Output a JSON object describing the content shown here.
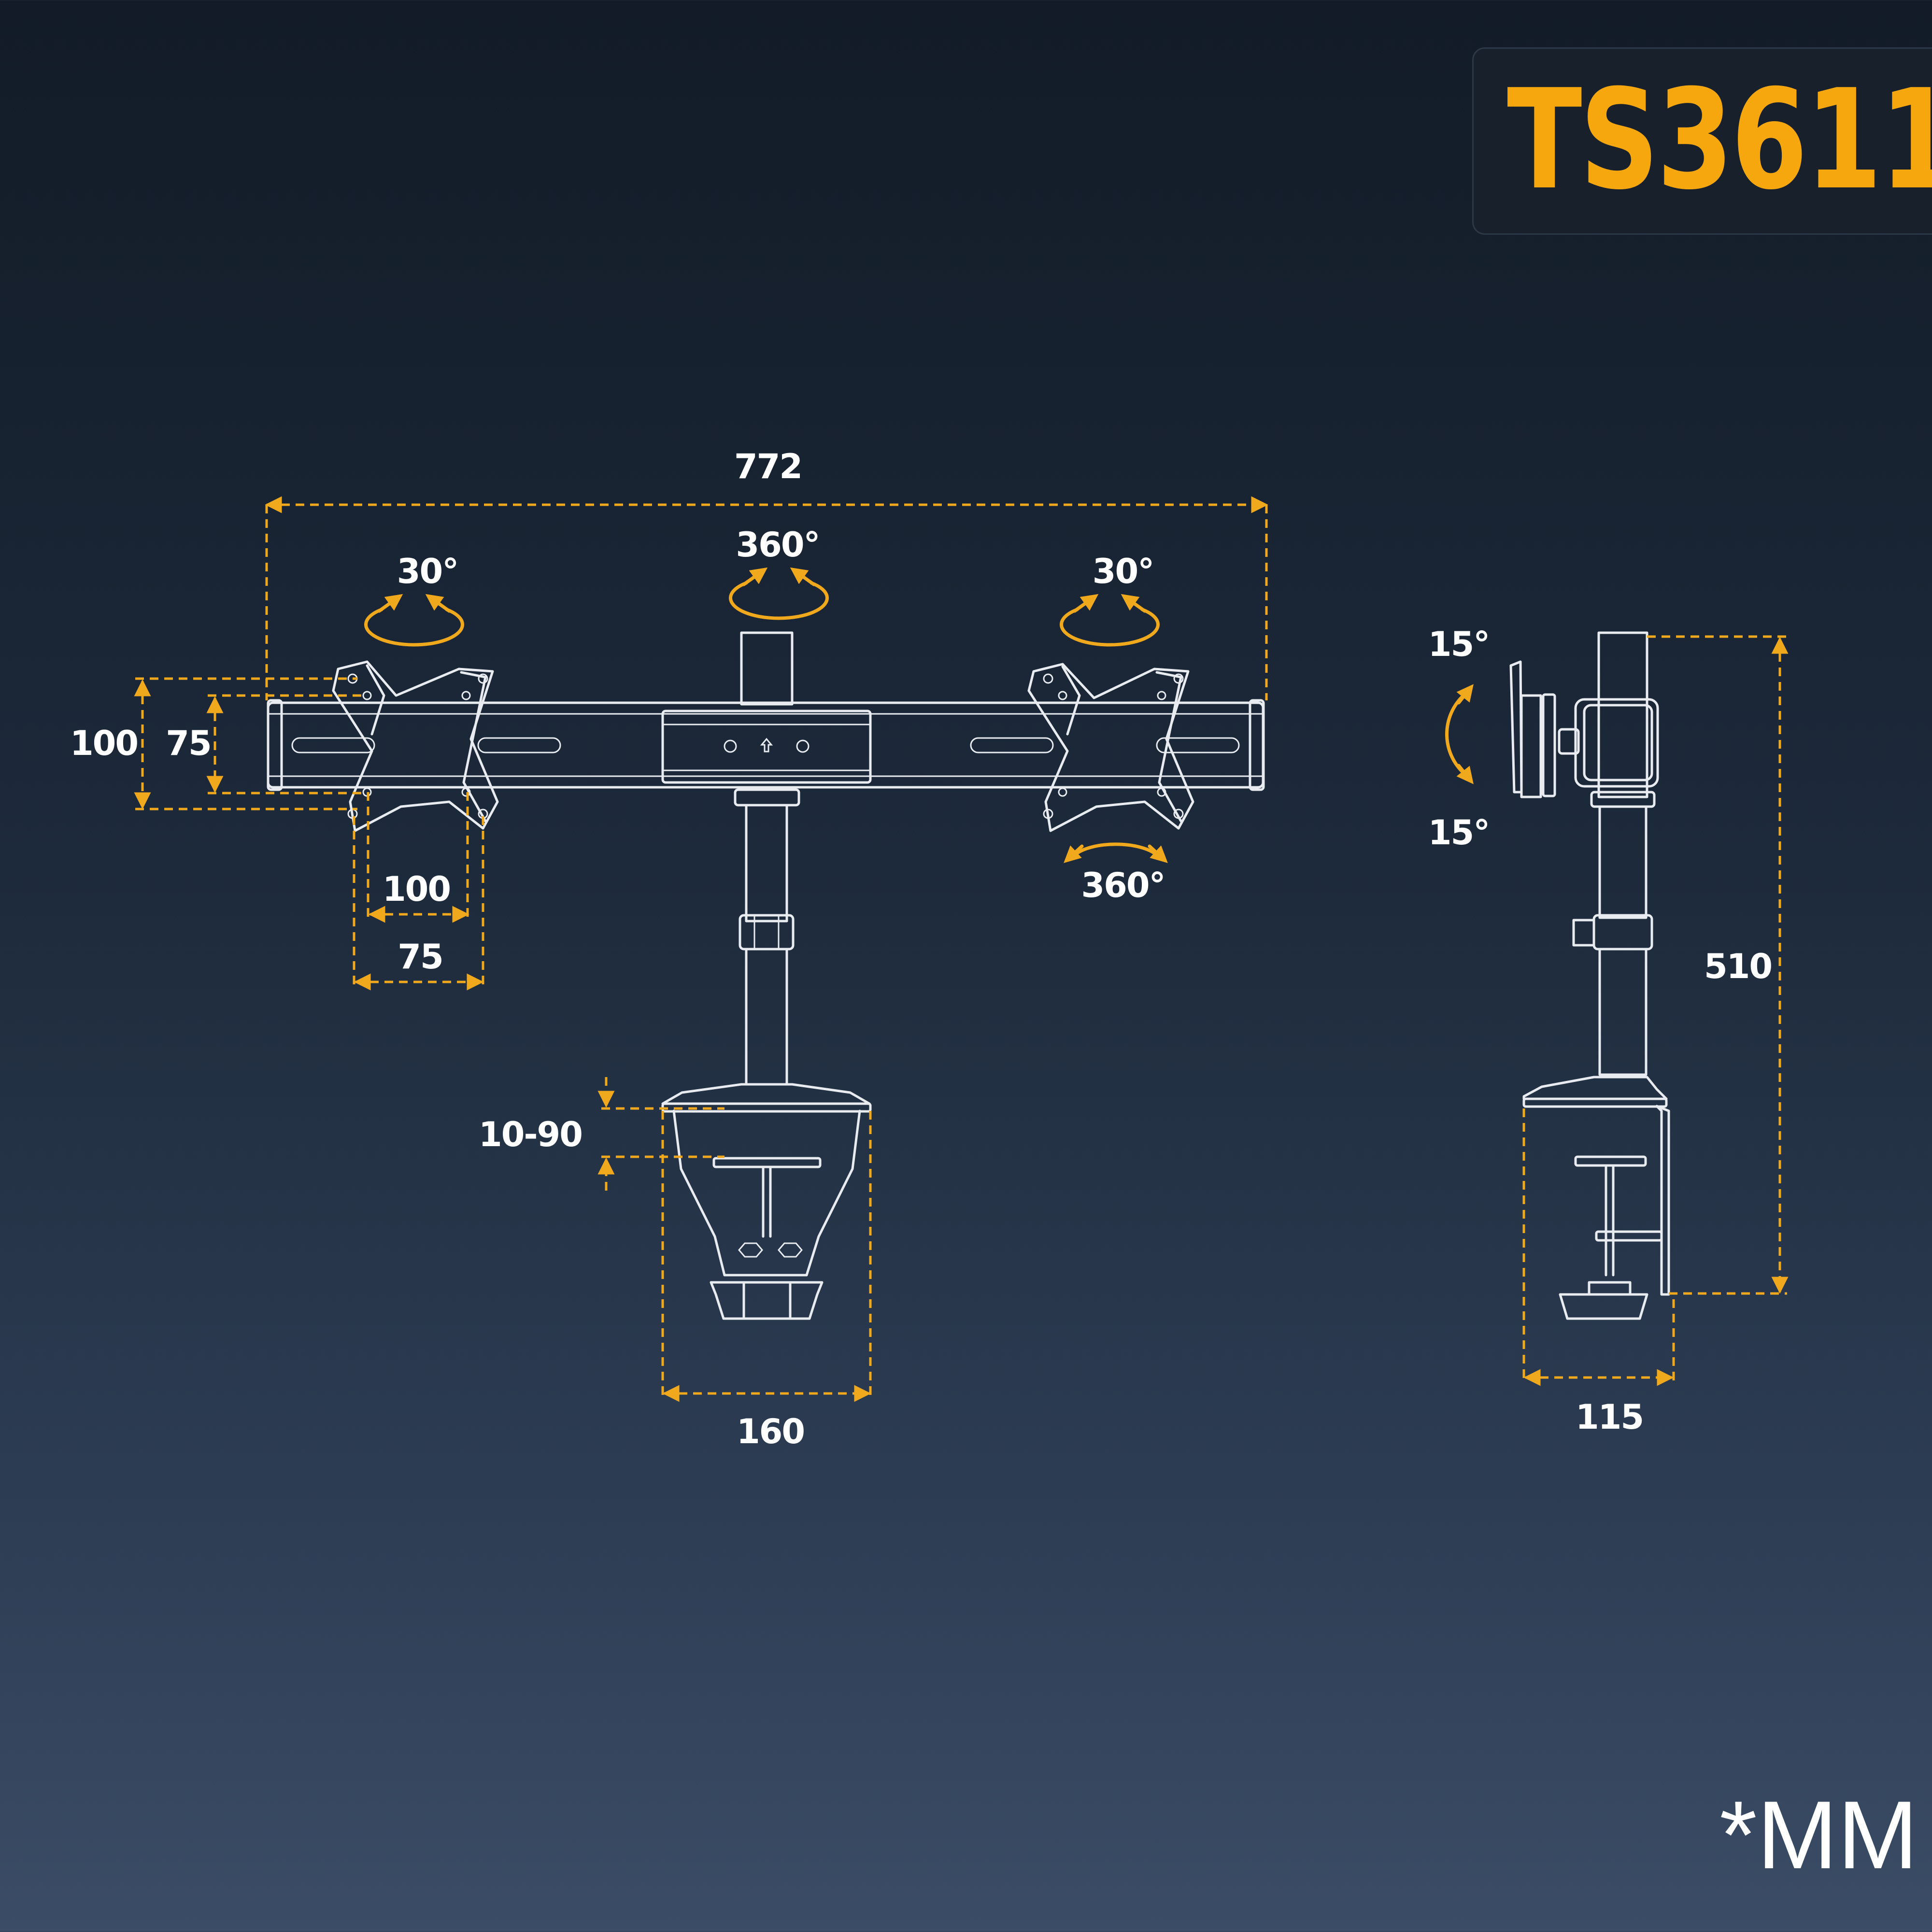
{
  "model": "TS3611",
  "unit": "*MM",
  "colors": {
    "accent": "#f0a81c",
    "line": "#e8ecf1",
    "background_top": "#121b27",
    "background_bottom": "#3b4c66"
  },
  "dimensions": {
    "overall_width": "772",
    "vesa_vertical_outer": "100",
    "vesa_vertical_inner": "75",
    "vesa_horizontal_inner": "100",
    "vesa_horizontal_outer": "75",
    "clamp_thickness": "10-90",
    "base_width": "160",
    "side_height": "510",
    "side_base_depth": "115"
  },
  "angles": {
    "pole_rotation": "360°",
    "left_tilt": "30°",
    "right_tilt": "30°",
    "right_swivel": "360°",
    "side_tilt_up": "15°",
    "side_tilt_down": "15°"
  }
}
